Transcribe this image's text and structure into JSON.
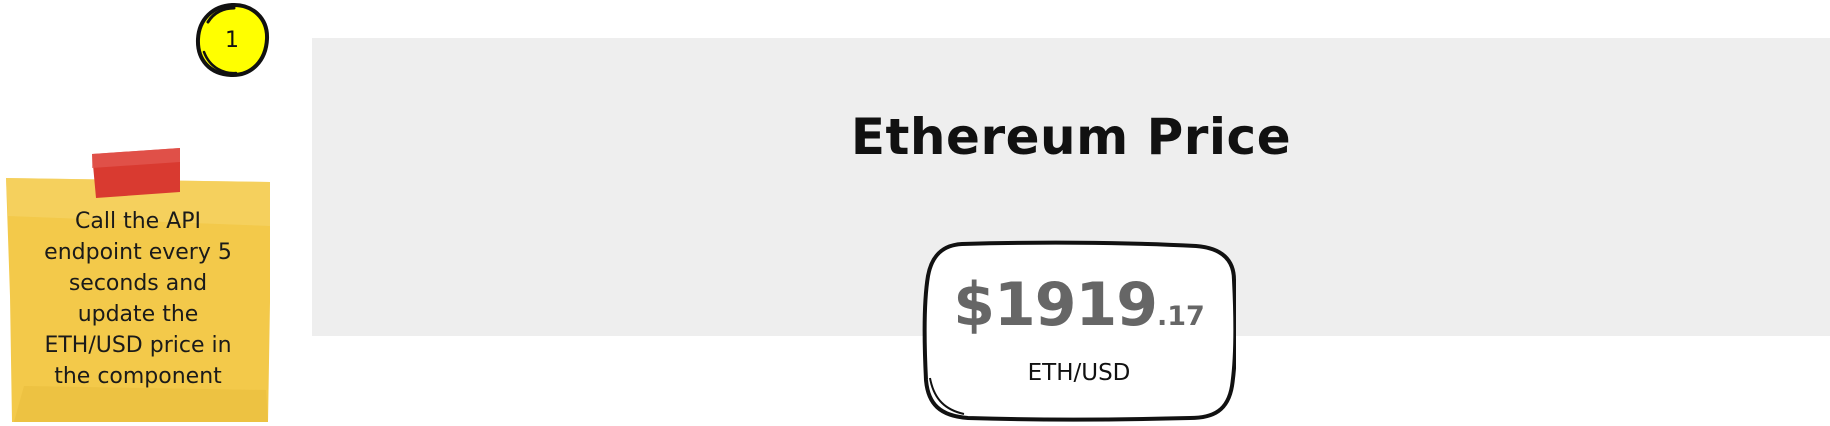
{
  "step_badge": {
    "number": "1",
    "color": "#ffff00"
  },
  "sticky_note": {
    "text": "Call the API\nendpoint every 5\nseconds and\nupdate the\nETH/USD price in\nthe component",
    "note_color": "#f3c94a",
    "tape_color": "#d93a30"
  },
  "panel": {
    "title": "Ethereum Price",
    "background": "#eeeeee"
  },
  "price_card": {
    "price_main": "$1919",
    "price_cents": ".17",
    "pair": "ETH/USD",
    "price_color": "#666666"
  }
}
